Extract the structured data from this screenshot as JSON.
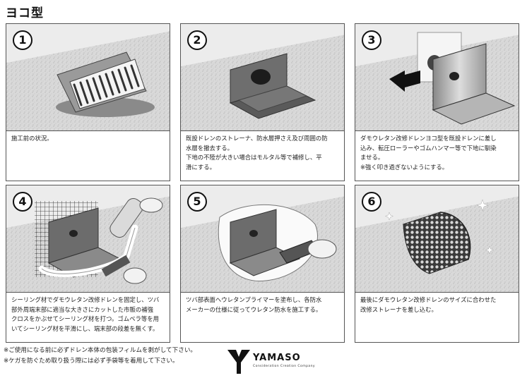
{
  "title": "ヨコ型",
  "steps": [
    {
      "number": "1",
      "lines": [
        "施工前の状況。"
      ]
    },
    {
      "number": "2",
      "lines": [
        "既設ドレンのストレーナ、防水層押さえ及び周囲の防",
        "水層を撤去する。",
        "下地の不陸が大きい場合はモルタル等で補修し、平",
        "滑にする。"
      ]
    },
    {
      "number": "3",
      "lines": [
        "ダモウレタン改修ドレンヨコ型を既設ドレンに差し",
        "込み、転圧ローラーやゴムハンマー等で下地に馴染",
        "ませる。"
      ],
      "note": "※強く叩き過ぎないようにする。"
    },
    {
      "number": "4",
      "lines": [
        "シーリング材でダモウレタン改修ドレンを固定し、ツバ",
        "部外周端末部に適当な大きさにカットした市販の補強",
        "クロスをかぶせてシーリング材を打つ。ゴムベラ等を用",
        "いてシーリング材を平滑にし、端末部の段差を無くす。"
      ]
    },
    {
      "number": "5",
      "lines": [
        "ツバ部表面へウレタンプライマーを塗布し、各防水",
        "メーカーの仕様に従ってウレタン防水を施工する。"
      ]
    },
    {
      "number": "6",
      "lines": [
        "最後にダモウレタン改修ドレンのサイズに合わせた",
        "改修ストレーナを差し込む。"
      ]
    }
  ],
  "notes": [
    "※ご使用になる前に必ずドレン本体の包装フィルムを剥がして下さい。",
    "※ケガを防ぐため取り扱う際には必ず手袋等を着用して下さい。"
  ],
  "logo": {
    "brand": "YAMASO",
    "tagline": "Consideration Creation Company"
  }
}
